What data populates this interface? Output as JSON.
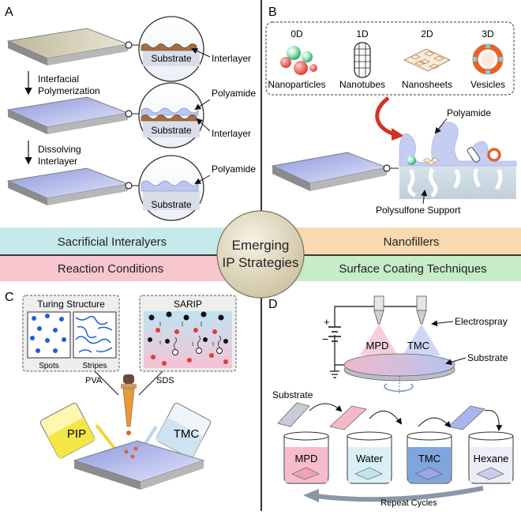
{
  "panels": {
    "a": {
      "letter": "A",
      "substrate": "Substrate",
      "interlayer": "Interlayer",
      "polyamide": "Polyamide",
      "step1_line1": "Interfacial",
      "step1_line2": "Polymerization",
      "step2_line1": "Dissolving",
      "step2_line2": "Interlayer"
    },
    "b": {
      "letter": "B",
      "dims": [
        "0D",
        "1D",
        "2D",
        "3D"
      ],
      "fillers": [
        "Nanoparticles",
        "Nanotubes",
        "Nanosheets",
        "Vesicles"
      ],
      "polyamide": "Polyamide",
      "support": "Polysulfone Support"
    },
    "c": {
      "letter": "C",
      "turing_title": "Turing Structure",
      "spots": "Spots",
      "stripes": "Stripes",
      "sarip": "SARIP",
      "pva": "PVA",
      "sds": "SDS",
      "pip": "PIP",
      "tmc": "TMC"
    },
    "d": {
      "letter": "D",
      "plus": "+",
      "minus": "−",
      "electrospray": "Electrospray",
      "mpd": "MPD",
      "tmc": "TMC",
      "substrate": "Substrate",
      "substrate2": "Substrate",
      "beakers": [
        "MPD",
        "Water",
        "TMC",
        "Hexane"
      ],
      "repeat": "Repeat Cycles"
    }
  },
  "center": {
    "line1": "Emerging",
    "line2": "IP Strategies"
  },
  "bands": {
    "sacrificial": "Sacrificial Interalyers",
    "nanofillers": "Nanofillers",
    "reaction": "Reaction Conditions",
    "surface": "Surface Coating Techniques"
  },
  "colors": {
    "band_cyan": "#c6e9ec",
    "band_orange": "#f9d9b0",
    "band_pink": "#f8c6cf",
    "band_green": "#c6ecc8",
    "membrane_blue": "#8b93d8",
    "polyamide": "#bcc6ef",
    "interlayer": "#a0703e"
  }
}
